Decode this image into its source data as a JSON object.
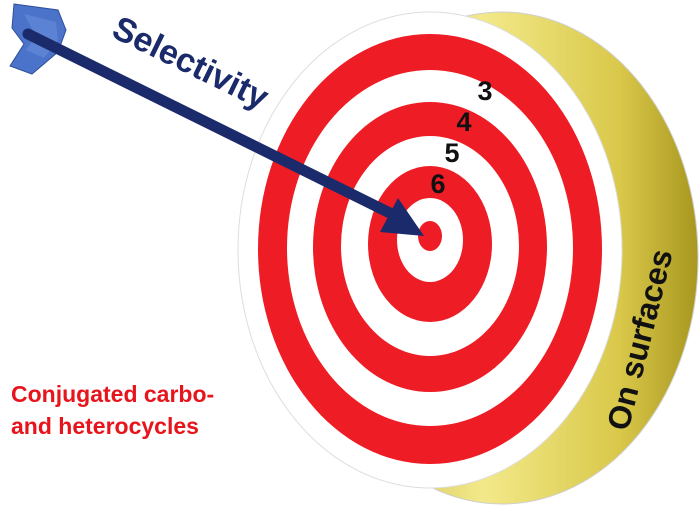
{
  "labels": {
    "arrow_label": "Selectivity",
    "side_label": "On surfaces",
    "bottom_line1": "Conjugated carbo-",
    "bottom_line2": "and heterocycles",
    "ring_numbers": [
      "3",
      "4",
      "5",
      "6"
    ]
  },
  "colors": {
    "ring_red": "#ee1c25",
    "ring_white": "#ffffff",
    "arrow_navy": "#1b2a6b",
    "fletching_blue": "#4a73c9",
    "side_gold": "#d8c74a",
    "text_red": "#e8141c",
    "text_black": "#111111"
  }
}
